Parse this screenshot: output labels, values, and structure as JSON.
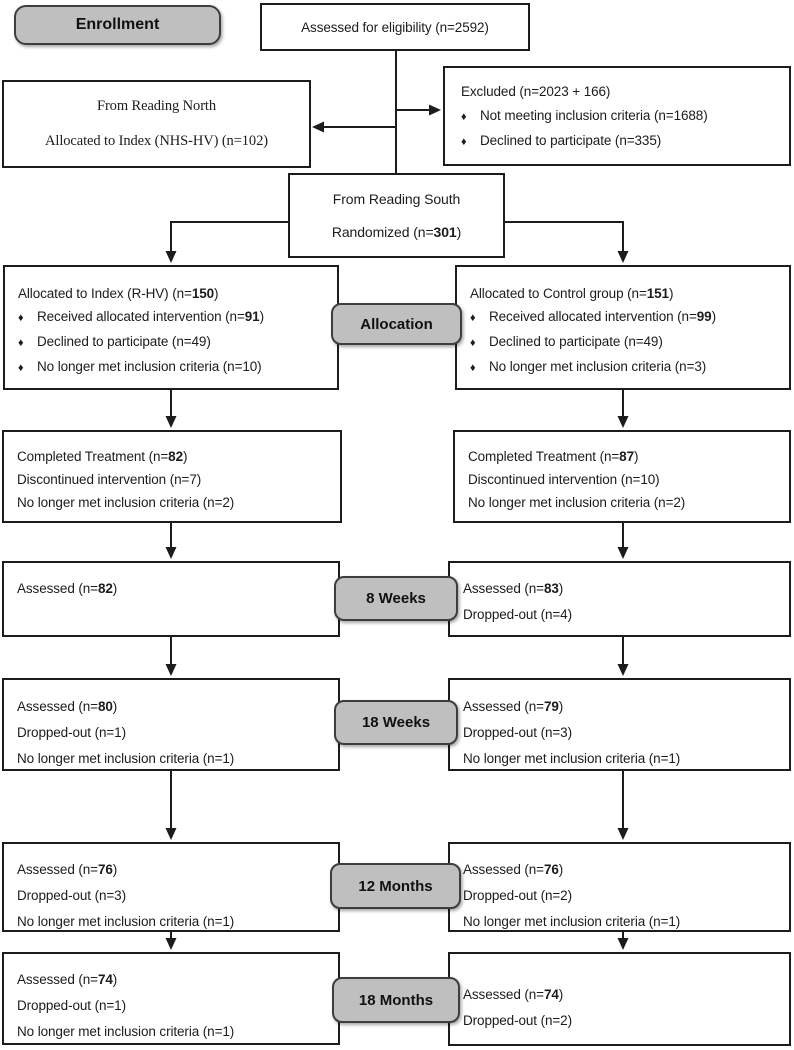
{
  "bullet_char": "♦",
  "stages": {
    "enrollment": "Enrollment",
    "allocation": "Allocation",
    "weeks8": "8 Weeks",
    "weeks18": "18 Weeks",
    "months12": "12 Months",
    "months18": "18 Months"
  },
  "boxes": {
    "eligibility": {
      "lines": [
        {
          "segments": [
            {
              "text": "Assessed for eligibility (n=2592)"
            }
          ]
        }
      ]
    },
    "reading_north": {
      "lines": [
        {
          "segments": [
            {
              "text": "From Reading North"
            }
          ]
        },
        {
          "segments": [
            {
              "text": "Allocated to Index (NHS-HV) (n=102)"
            }
          ]
        }
      ]
    },
    "excluded": {
      "lines": [
        {
          "segments": [
            {
              "text": "Excluded (n=2023 + 166)"
            }
          ]
        },
        {
          "bullet": true,
          "segments": [
            {
              "text": "Not meeting inclusion criteria (n=1688)"
            }
          ]
        },
        {
          "bullet": true,
          "segments": [
            {
              "text": "Declined to participate (n=335)"
            }
          ]
        }
      ]
    },
    "randomized": {
      "lines": [
        {
          "segments": [
            {
              "text": "From Reading South"
            }
          ]
        },
        {
          "segments": [
            {
              "text": "Randomized (n="
            },
            {
              "text": "301",
              "bold": true
            },
            {
              "text": ")"
            }
          ]
        }
      ]
    },
    "alloc_index": {
      "lines": [
        {
          "segments": [
            {
              "text": "Allocated to Index (R-HV) (n="
            },
            {
              "text": "150",
              "bold": true
            },
            {
              "text": ")"
            }
          ]
        },
        {
          "bullet": true,
          "segments": [
            {
              "text": "Received allocated intervention (n="
            },
            {
              "text": "91",
              "bold": true
            },
            {
              "text": ")"
            }
          ]
        },
        {
          "bullet": true,
          "segments": [
            {
              "text": "Declined to participate (n=49)"
            }
          ]
        },
        {
          "bullet": true,
          "segments": [
            {
              "text": "No longer met inclusion criteria (n=10)"
            }
          ]
        }
      ]
    },
    "alloc_control": {
      "lines": [
        {
          "segments": [
            {
              "text": "Allocated to Control group (n="
            },
            {
              "text": "151",
              "bold": true
            },
            {
              "text": ")"
            }
          ]
        },
        {
          "bullet": true,
          "segments": [
            {
              "text": "Received allocated intervention (n="
            },
            {
              "text": "99",
              "bold": true
            },
            {
              "text": ")"
            }
          ]
        },
        {
          "bullet": true,
          "segments": [
            {
              "text": "Declined to participate (n=49)"
            }
          ]
        },
        {
          "bullet": true,
          "segments": [
            {
              "text": "No longer met inclusion criteria (n=3)"
            }
          ]
        }
      ]
    },
    "completed_index": {
      "lines": [
        {
          "segments": [
            {
              "text": "Completed Treatment (n="
            },
            {
              "text": "82",
              "bold": true
            },
            {
              "text": ")"
            }
          ]
        },
        {
          "segments": [
            {
              "text": "Discontinued intervention (n=7)"
            }
          ]
        },
        {
          "segments": [
            {
              "text": "No longer met inclusion criteria (n=2)"
            }
          ]
        }
      ]
    },
    "completed_control": {
      "lines": [
        {
          "segments": [
            {
              "text": "Completed Treatment (n="
            },
            {
              "text": "87",
              "bold": true
            },
            {
              "text": ")"
            }
          ]
        },
        {
          "segments": [
            {
              "text": "Discontinued intervention (n=10)"
            }
          ]
        },
        {
          "segments": [
            {
              "text": "No longer met inclusion criteria (n=2)"
            }
          ]
        }
      ]
    },
    "w8_index": {
      "lines": [
        {
          "segments": [
            {
              "text": "Assessed (n="
            },
            {
              "text": "82",
              "bold": true
            },
            {
              "text": ")"
            }
          ]
        }
      ]
    },
    "w8_control": {
      "lines": [
        {
          "segments": [
            {
              "text": "Assessed (n="
            },
            {
              "text": "83",
              "bold": true
            },
            {
              "text": ")"
            }
          ]
        },
        {
          "segments": [
            {
              "text": "Dropped-out (n=4)"
            }
          ]
        }
      ]
    },
    "w18_index": {
      "lines": [
        {
          "segments": [
            {
              "text": "Assessed (n="
            },
            {
              "text": "80",
              "bold": true
            },
            {
              "text": ")"
            }
          ]
        },
        {
          "segments": [
            {
              "text": "Dropped-out (n=1)"
            }
          ]
        },
        {
          "segments": [
            {
              "text": "No longer met inclusion criteria (n=1)"
            }
          ]
        }
      ]
    },
    "w18_control": {
      "lines": [
        {
          "segments": [
            {
              "text": "Assessed (n="
            },
            {
              "text": "79",
              "bold": true
            },
            {
              "text": ")"
            }
          ]
        },
        {
          "segments": [
            {
              "text": "Dropped-out (n=3)"
            }
          ]
        },
        {
          "segments": [
            {
              "text": "No longer met inclusion criteria (n=1)"
            }
          ]
        }
      ]
    },
    "m12_index": {
      "lines": [
        {
          "segments": [
            {
              "text": "Assessed (n="
            },
            {
              "text": "76",
              "bold": true
            },
            {
              "text": ")"
            }
          ]
        },
        {
          "segments": [
            {
              "text": "Dropped-out (n=3)"
            }
          ]
        },
        {
          "segments": [
            {
              "text": "No longer met inclusion criteria (n=1)"
            }
          ]
        }
      ]
    },
    "m12_control": {
      "lines": [
        {
          "segments": [
            {
              "text": "Assessed (n="
            },
            {
              "text": "76",
              "bold": true
            },
            {
              "text": ")"
            }
          ]
        },
        {
          "segments": [
            {
              "text": "Dropped-out (n=2)"
            }
          ]
        },
        {
          "segments": [
            {
              "text": "No longer met inclusion criteria (n=1)"
            }
          ]
        }
      ]
    },
    "m18_index": {
      "lines": [
        {
          "segments": [
            {
              "text": "Assessed (n="
            },
            {
              "text": "74",
              "bold": true
            },
            {
              "text": ")"
            }
          ]
        },
        {
          "segments": [
            {
              "text": "Dropped-out (n=1)"
            }
          ]
        },
        {
          "segments": [
            {
              "text": "No longer met inclusion criteria (n=1)"
            }
          ]
        }
      ]
    },
    "m18_control": {
      "lines": [
        {
          "segments": [
            {
              "text": "Assessed (n="
            },
            {
              "text": "74",
              "bold": true
            },
            {
              "text": ")"
            }
          ]
        },
        {
          "segments": [
            {
              "text": "Dropped-out (n=2)"
            }
          ]
        }
      ]
    }
  }
}
